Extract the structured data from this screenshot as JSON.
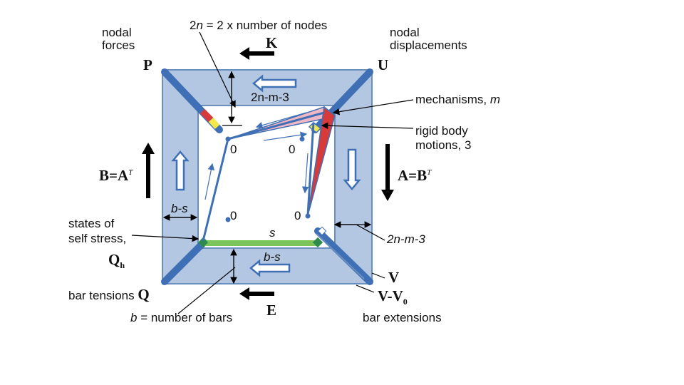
{
  "top": {
    "nodes_eq_pre": "2",
    "nodes_eq_var": "n",
    "nodes_eq_rest": " = 2 x number of nodes",
    "nodal_forces": "nodal\nforces",
    "nodal_displacements": "nodal\ndisplacements",
    "K": "K",
    "P": "P",
    "U": "U"
  },
  "inner": {
    "top_dim": "2n-m-3",
    "zero_1": "0",
    "zero_2": "0",
    "zero_3": "0",
    "zero_4": "0",
    "s": "s",
    "b_s_left": "b-s",
    "b_s_bottom": "b-s"
  },
  "right": {
    "mechanisms": "mechanisms,",
    "mechanisms_var": "m",
    "rigid_1": "rigid body",
    "rigid_2": "motions, 3",
    "A_eq": "A",
    "A_eq_rest": "=B",
    "A_sup": "T",
    "dim_right": "2n-m-3"
  },
  "left": {
    "B_eq": "B",
    "B_eq_rest": "=A",
    "B_sup": "T",
    "states_1": "states of",
    "states_2": "self stress,",
    "Q": "Q",
    "Q_sub": "h"
  },
  "bottom": {
    "bar_tensions": "bar tensions",
    "bar_tensions_Q": "Q",
    "b_var": "b",
    "b_rest": " = number of bars",
    "E": "E",
    "V": "V",
    "V_minus": "V-V",
    "V_sub": "0",
    "bar_extensions": "bar extensions"
  },
  "colors": {
    "frame_fill": "#b3c7e2",
    "frame_stroke": "#6a8fbf",
    "bar_blue": "#3f6fb5",
    "arrow_black": "#000000",
    "red": "#d63a3a",
    "pink": "#f0b8c4",
    "yellow": "#f2e84a",
    "green": "#7cc45a",
    "dark_green": "#2b8a4c"
  }
}
